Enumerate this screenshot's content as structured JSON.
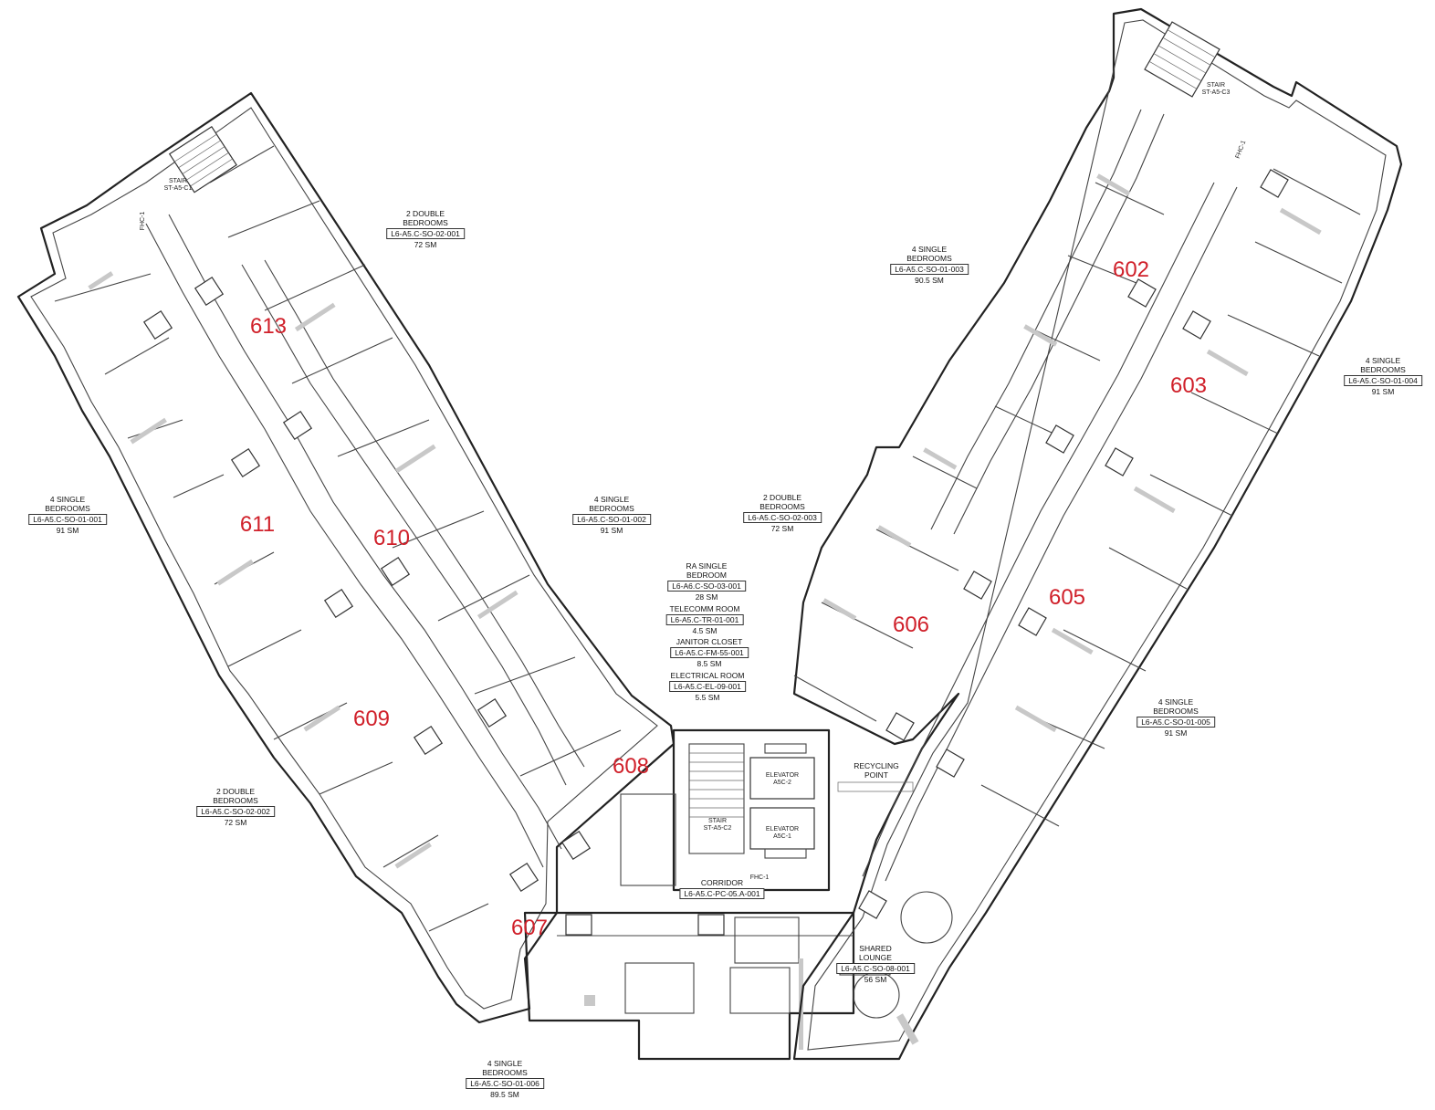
{
  "units": [
    {
      "id": "u613",
      "label": "613"
    },
    {
      "id": "u611",
      "label": "611"
    },
    {
      "id": "u610",
      "label": "610"
    },
    {
      "id": "u609",
      "label": "609"
    },
    {
      "id": "u608",
      "label": "608"
    },
    {
      "id": "u607",
      "label": "607"
    },
    {
      "id": "u606",
      "label": "606"
    },
    {
      "id": "u605",
      "label": "605"
    },
    {
      "id": "u603",
      "label": "603"
    },
    {
      "id": "u602",
      "label": "602"
    }
  ],
  "rooms": [
    {
      "id": "r1",
      "name1": "2 DOUBLE",
      "name2": "BEDROOMS",
      "code": "L6-A5.C-SO-02-001",
      "area": "72 SM"
    },
    {
      "id": "r2",
      "name1": "4 SINGLE",
      "name2": "BEDROOMS",
      "code": "L6-A5.C-SO-01-003",
      "area": "90.5 SM"
    },
    {
      "id": "r3",
      "name1": "4 SINGLE",
      "name2": "BEDROOMS",
      "code": "L6-A5.C-SO-01-004",
      "area": "91 SM"
    },
    {
      "id": "r4",
      "name1": "4 SINGLE",
      "name2": "BEDROOMS",
      "code": "L6-A5.C-SO-01-001",
      "area": "91 SM"
    },
    {
      "id": "r5",
      "name1": "4 SINGLE",
      "name2": "BEDROOMS",
      "code": "L6-A5.C-SO-01-002",
      "area": "91 SM"
    },
    {
      "id": "r6",
      "name1": "2 DOUBLE",
      "name2": "BEDROOMS",
      "code": "L6-A5.C-SO-02-003",
      "area": "72 SM"
    },
    {
      "id": "r7",
      "name1": "4 SINGLE",
      "name2": "BEDROOMS",
      "code": "L6-A5.C-SO-01-005",
      "area": "91 SM"
    },
    {
      "id": "r8",
      "name1": "2 DOUBLE",
      "name2": "BEDROOMS",
      "code": "L6-A5.C-SO-02-002",
      "area": "72 SM"
    },
    {
      "id": "r9",
      "name1": "4 SINGLE",
      "name2": "BEDROOMS",
      "code": "L6-A5.C-SO-01-006",
      "area": "89.5 SM"
    }
  ],
  "services": [
    {
      "name": "RA SINGLE",
      "name2": "BEDROOM",
      "code": "L6-A6.C-SO-03-001",
      "area": "28 SM"
    },
    {
      "name": "TELECOMM ROOM",
      "name2": "",
      "code": "L6-A5.C-TR-01-001",
      "area": "4.5 SM"
    },
    {
      "name": "JANITOR CLOSET",
      "name2": "",
      "code": "L6-A5.C-FM-55-001",
      "area": "8.5 SM"
    },
    {
      "name": "ELECTRICAL ROOM",
      "name2": "",
      "code": "L6-A5.C-EL-09-001",
      "area": "5.5 SM"
    }
  ],
  "corridor": {
    "name": "CORRIDOR",
    "code": "L6-A5.C-PC-05.A-001"
  },
  "lounge": {
    "name1": "SHARED",
    "name2": "LOUNGE",
    "code": "L6-A5.C-SO-08-001",
    "area": "56 SM"
  },
  "recycling": {
    "name1": "RECYCLING",
    "name2": "POINT"
  },
  "stairs": [
    {
      "name": "STAIR",
      "code": "ST-A5-C1"
    },
    {
      "name": "STAIR",
      "code": "ST-A5-C3"
    },
    {
      "name": "STAIR",
      "code": "ST-A5-C2"
    }
  ],
  "elevators": [
    {
      "name": "ELEVATOR",
      "code": "A5C-2"
    },
    {
      "name": "ELEVATOR",
      "code": "A5C-1"
    }
  ],
  "fhc": [
    "FHC-1",
    "FHC-1",
    "FHC-1"
  ],
  "colors": {
    "unit_label": "#d0202a",
    "walls": "#222222"
  }
}
